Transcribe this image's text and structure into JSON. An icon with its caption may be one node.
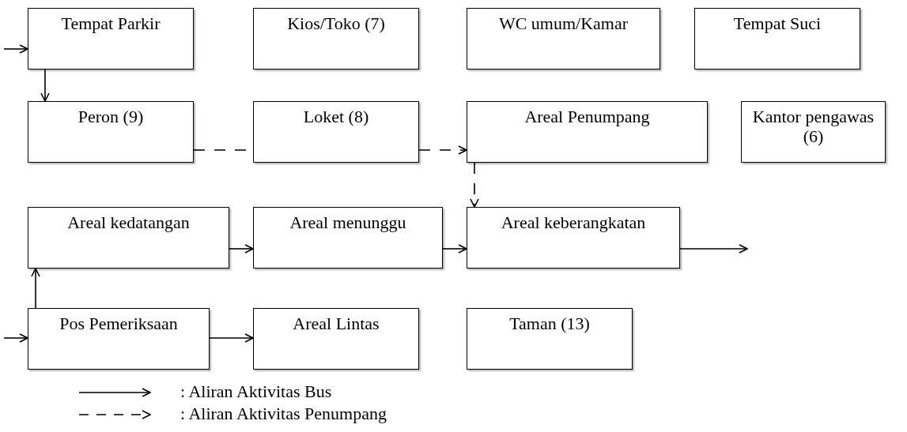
{
  "diagram": {
    "nodes": [
      {
        "text": [
          "Tempat Parkir"
        ]
      },
      {
        "text": [
          "Kios/Toko (7)"
        ]
      },
      {
        "text": [
          "WC umum/Kamar"
        ]
      },
      {
        "text": [
          "Tempat Suci"
        ]
      },
      {
        "text": [
          "Peron (9)"
        ]
      },
      {
        "text": [
          "Loket (8)"
        ]
      },
      {
        "text": [
          "Areal Penumpang"
        ]
      },
      {
        "text": [
          "Kantor pengawas (6)"
        ]
      },
      {
        "text": [
          "Areal kedatangan"
        ]
      },
      {
        "text": [
          "Areal menunggu"
        ]
      },
      {
        "text": [
          "Areal keberangkatan"
        ]
      },
      {
        "text": [
          "Pos Pemeriksaan"
        ]
      },
      {
        "text": [
          "Areal Lintas"
        ]
      },
      {
        "text": [
          "Taman (13)"
        ]
      }
    ],
    "edges": [
      {
        "from": null,
        "to": 0,
        "arrow": "to"
      },
      {
        "from": 0,
        "to": 4,
        "arrow": "to"
      },
      {
        "from": 4,
        "to": 5,
        "arrow": "none",
        "style": "dashed"
      },
      {
        "from": 5,
        "to": 6,
        "arrow": "to",
        "style": "dashed"
      },
      {
        "from": 6,
        "to": 10,
        "arrow": "to",
        "style": "dashed"
      },
      {
        "from": null,
        "to": 11,
        "arrow": "to"
      },
      {
        "from": 11,
        "to": 8,
        "arrow": "to"
      },
      {
        "from": 8,
        "to": 9,
        "arrow": "to"
      },
      {
        "from": 9,
        "to": 10,
        "arrow": "to"
      },
      {
        "from": 10,
        "to": null,
        "arrow": "to"
      },
      {
        "from": 11,
        "to": 12,
        "arrow": "to"
      }
    ],
    "legend": [
      {
        "text": ": Aliran Aktivitas Bus"
      },
      {
        "text": ": Aliran Aktivitas Penumpang"
      }
    ]
  }
}
